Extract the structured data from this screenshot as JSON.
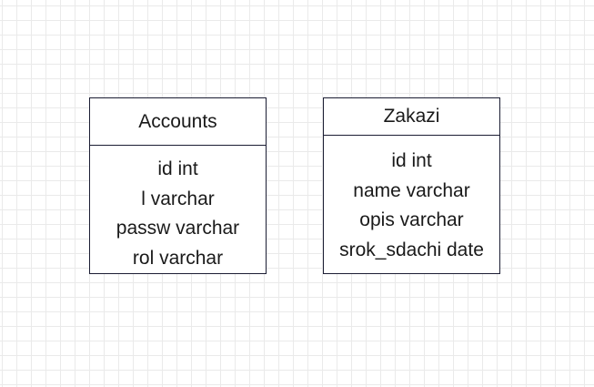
{
  "diagram": {
    "entities": [
      {
        "name": "Accounts",
        "fields": [
          "id int",
          "l varchar",
          "passw varchar",
          "rol varchar"
        ]
      },
      {
        "name": "Zakazi",
        "fields": [
          "id int",
          "name varchar",
          "opis varchar",
          "srok_sdachi date"
        ]
      }
    ]
  }
}
